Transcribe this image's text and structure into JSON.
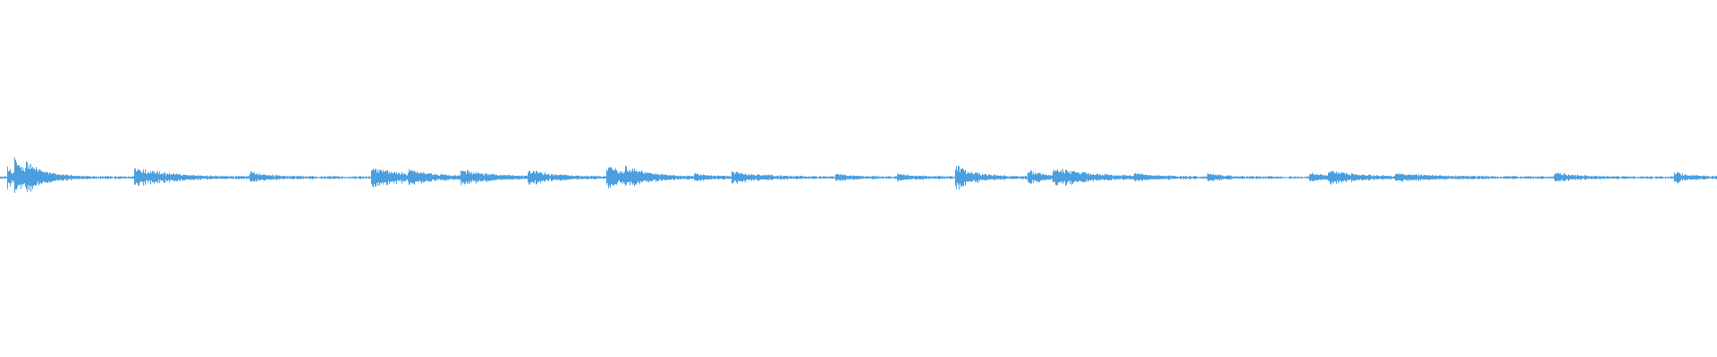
{
  "waveform": {
    "color": "#4a9fe0",
    "background": "#ffffff",
    "baseline_level": 0.0,
    "amplitude_range": [
      -1,
      1
    ],
    "bursts": [
      {
        "at": 0.004,
        "peak": 0.07,
        "decay": 0.004
      },
      {
        "at": 0.008,
        "peak": 0.1,
        "decay": 0.01
      },
      {
        "at": 0.015,
        "peak": 0.05,
        "decay": 0.012
      },
      {
        "at": 0.078,
        "peak": 0.06,
        "decay": 0.02
      },
      {
        "at": 0.145,
        "peak": 0.03,
        "decay": 0.012
      },
      {
        "at": 0.216,
        "peak": 0.06,
        "decay": 0.02
      },
      {
        "at": 0.238,
        "peak": 0.03,
        "decay": 0.014
      },
      {
        "at": 0.268,
        "peak": 0.04,
        "decay": 0.018
      },
      {
        "at": 0.307,
        "peak": 0.04,
        "decay": 0.016
      },
      {
        "at": 0.353,
        "peak": 0.07,
        "decay": 0.012
      },
      {
        "at": 0.364,
        "peak": 0.04,
        "decay": 0.016
      },
      {
        "at": 0.404,
        "peak": 0.02,
        "decay": 0.01
      },
      {
        "at": 0.426,
        "peak": 0.03,
        "decay": 0.02
      },
      {
        "at": 0.486,
        "peak": 0.02,
        "decay": 0.01
      },
      {
        "at": 0.522,
        "peak": 0.02,
        "decay": 0.012
      },
      {
        "at": 0.556,
        "peak": 0.07,
        "decay": 0.012
      },
      {
        "at": 0.598,
        "peak": 0.04,
        "decay": 0.01
      },
      {
        "at": 0.613,
        "peak": 0.05,
        "decay": 0.025
      },
      {
        "at": 0.66,
        "peak": 0.02,
        "decay": 0.01
      },
      {
        "at": 0.703,
        "peak": 0.02,
        "decay": 0.01
      },
      {
        "at": 0.762,
        "peak": 0.03,
        "decay": 0.008
      },
      {
        "at": 0.773,
        "peak": 0.04,
        "decay": 0.018
      },
      {
        "at": 0.812,
        "peak": 0.02,
        "decay": 0.025
      },
      {
        "at": 0.905,
        "peak": 0.03,
        "decay": 0.012
      },
      {
        "at": 0.975,
        "peak": 0.03,
        "decay": 0.01
      }
    ],
    "noise_floor": 0.006
  }
}
